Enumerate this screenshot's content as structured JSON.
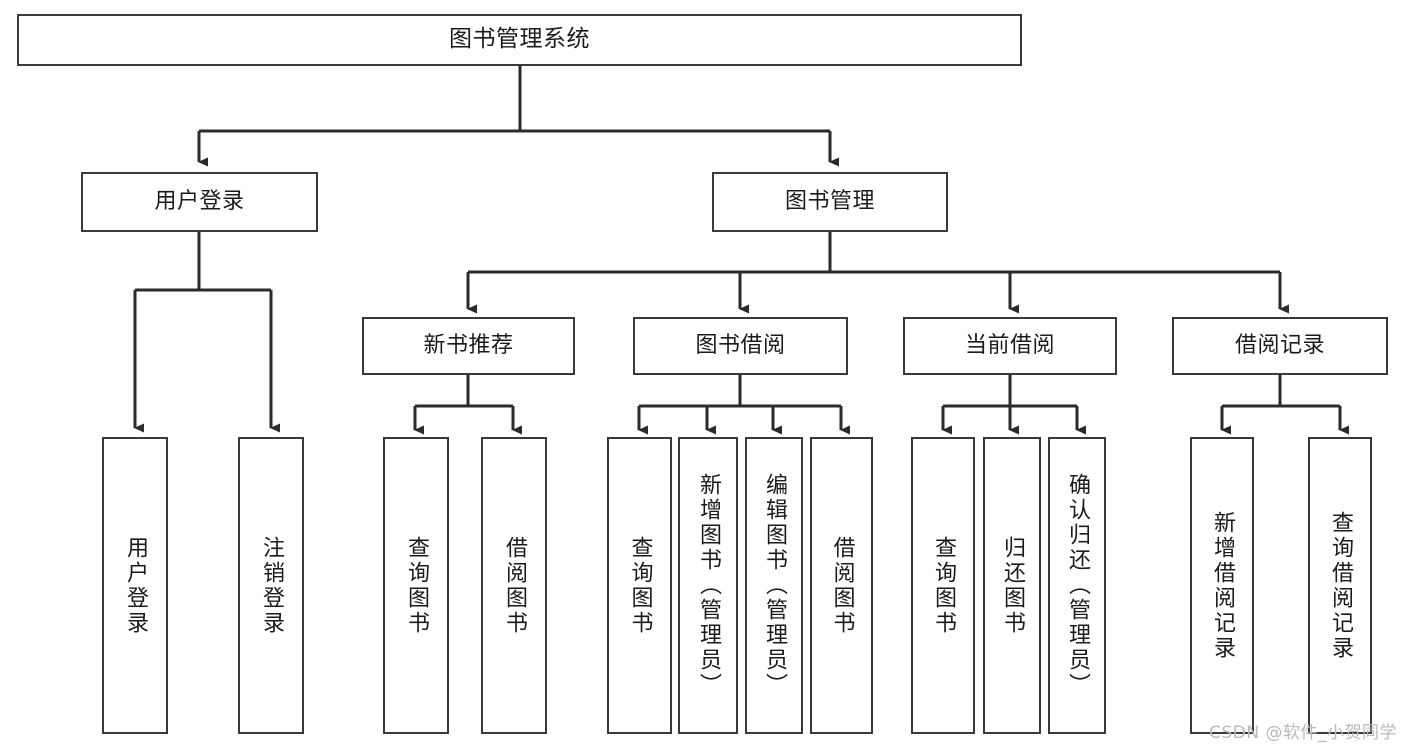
{
  "diagram": {
    "type": "tree",
    "title": "图书管理系统",
    "colors": {
      "box_border": "#3a3a3a",
      "box_fill": "#ffffff",
      "edge": "#2b2b2b",
      "text": "#1b1b1b",
      "watermark": "#b9b9b9"
    },
    "root": {
      "label": "图书管理系统"
    },
    "level1": [
      {
        "label": "用户登录"
      },
      {
        "label": "图书管理"
      }
    ],
    "level2": [
      {
        "label": "新书推荐"
      },
      {
        "label": "图书借阅"
      },
      {
        "label": "当前借阅"
      },
      {
        "label": "借阅记录"
      }
    ],
    "leaves": {
      "user_login": [
        {
          "label": "用户登录"
        },
        {
          "label": "注销登录"
        }
      ],
      "new_book": [
        {
          "label": "查询图书"
        },
        {
          "label": "借阅图书"
        }
      ],
      "book_borrow": [
        {
          "label": "查询图书"
        },
        {
          "label": "新增图书（管理员）"
        },
        {
          "label": "编辑图书（管理员）"
        },
        {
          "label": "借阅图书"
        }
      ],
      "current_borrow": [
        {
          "label": "查询图书"
        },
        {
          "label": "归还图书"
        },
        {
          "label": "确认归还（管理员）"
        }
      ],
      "borrow_record": [
        {
          "label": "新增借阅记录"
        },
        {
          "label": "查询借阅记录"
        }
      ]
    }
  },
  "watermark": {
    "text": "CSDN @软件_小贺同学"
  }
}
